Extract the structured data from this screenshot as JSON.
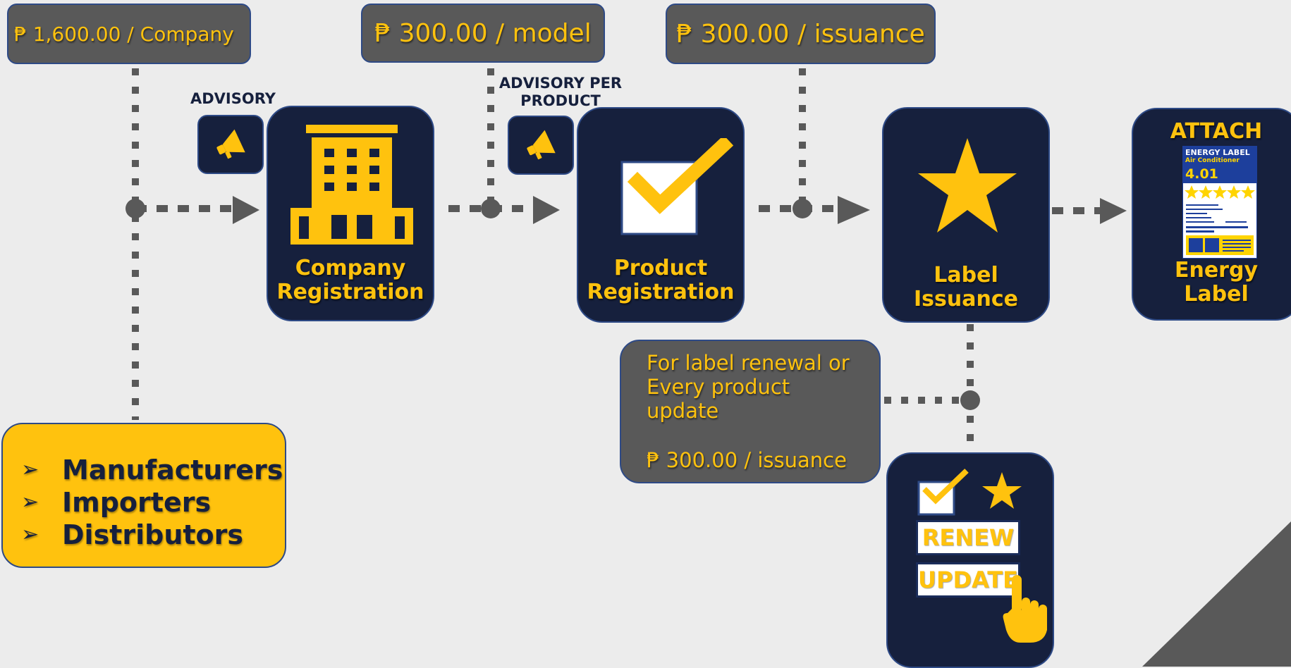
{
  "fees": {
    "company": "₱ 1,600.00 / Company",
    "model": "₱ 300.00 / model",
    "issuance": "₱ 300.00 / issuance"
  },
  "advisory": {
    "company": "ADVISORY",
    "product_line1": "ADVISORY PER",
    "product_line2": "PRODUCT"
  },
  "steps": {
    "company": {
      "line1": "Company",
      "line2": "Registration",
      "icon": "building-icon"
    },
    "product": {
      "line1": "Product",
      "line2": "Registration",
      "icon": "checkbox-icon"
    },
    "label": {
      "line1": "Label",
      "line2": "Issuance",
      "icon": "star-icon"
    },
    "energy": {
      "title": "ATTACH",
      "line1": "Energy",
      "line2": "Label",
      "icon": "energy-label-icon"
    }
  },
  "energy_label_card": {
    "title": "ENERGY LABEL",
    "product": "Air Conditioner",
    "rating": "4.01"
  },
  "renewal": {
    "line1": "For label renewal or",
    "line2": "Every product",
    "line3": "update",
    "fee": "₱ 300.00 / issuance",
    "renew": "RENEW",
    "update": "UPDATE"
  },
  "applicants": [
    "Manufacturers",
    "Importers",
    "Distributors"
  ],
  "colors": {
    "navy": "#16203d",
    "gold": "#ffc20e",
    "gray": "#595959",
    "background": "#ececec",
    "border": "#2e4a86"
  }
}
